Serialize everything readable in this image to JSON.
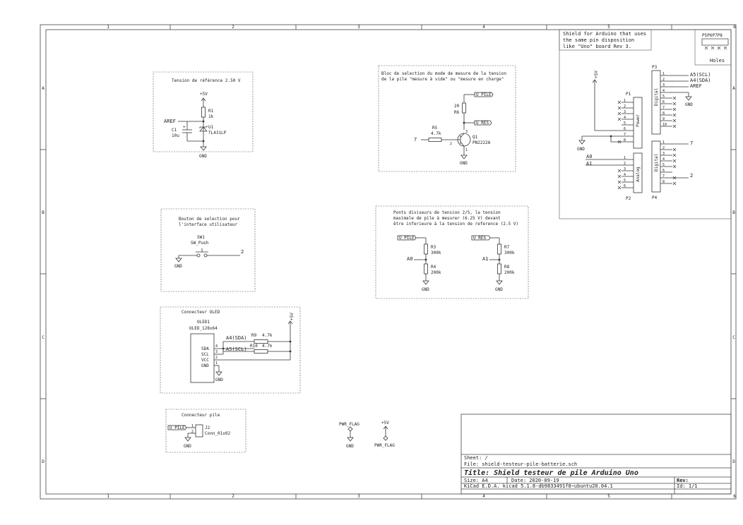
{
  "frame": {
    "col_labels": [
      "1",
      "2",
      "3",
      "4",
      "5",
      "6"
    ],
    "row_labels": [
      "A",
      "B",
      "C",
      "D"
    ]
  },
  "blocks": {
    "vref": {
      "title": "Tension de référence 2.50 V",
      "vcc": "+5V",
      "r1_ref": "R1",
      "r1_val": "1k",
      "aref": "AREF",
      "c1_ref": "C1",
      "c1_val": "10u",
      "c1_plus": "+",
      "u1_ref": "U1",
      "u1_val": "TL431LP",
      "gnd": "GND"
    },
    "mode_select": {
      "title_1": "Bloc de selection du mode de mesure de la tension",
      "title_2": "de la pile \"mesure à vide\" ou \"mesure en charge\"",
      "u_pile": "U_PILE",
      "r6_val": "20",
      "r6_ref": "R6",
      "u_res": "U_RES",
      "r5_ref": "R5",
      "r5_val": "4.7k",
      "net_7": "7",
      "pin_2": "2",
      "pin_1": "1",
      "pin_3": "3",
      "q1_ref": "Q1",
      "q1_val": "PN2222A",
      "gnd": "GND"
    },
    "button": {
      "title_1": "Bouton de selection pour",
      "title_2": "l'interface utilisateur",
      "sw_ref": "SW1",
      "sw_val": "SW_Push",
      "net_2": "2",
      "gnd": "GND"
    },
    "dividers": {
      "title_1": "Ponts diviseurs de tension 2/5, la tension",
      "title_2": "maximale de pile à mesurer (6.25 V) devant",
      "title_3": "être inferieure à la tension de reference (2.5 V)",
      "u_pile": "U_PILE",
      "r3_ref": "R3",
      "r3_val": "300k",
      "a0": "A0",
      "r4_ref": "R4",
      "r4_val": "200k",
      "u_res": "U_RES",
      "r7_ref": "R7",
      "r7_val": "300k",
      "a1": "A1",
      "r8_ref": "R8",
      "r8_val": "200k",
      "gnd": "GND"
    },
    "oled": {
      "title": "Connecteur OLED",
      "ref": "OLED1",
      "val": "OLED_128x64",
      "pins": [
        "SDA",
        "SCL",
        "VCC",
        "GND"
      ],
      "pin_nums": [
        "4",
        "3",
        "2",
        "1"
      ],
      "a4": "A4(SDA)",
      "a5": "A5(SCL)",
      "r9_ref": "R9",
      "r9_val": "4.7k",
      "r10_ref": "R10",
      "r10_val": "4.7k",
      "vcc": "+5V",
      "gnd": "GND"
    },
    "battery": {
      "title": "Connecteur pile",
      "u_pile": "U_PILE",
      "pin_1": "1",
      "pin_2": "2",
      "j2_ref": "J2",
      "j2_val": "Conn_01x02",
      "gnd": "GND"
    },
    "flags": {
      "pwr_flag": "PWR_FLAG",
      "gnd": "GND",
      "vcc": "+5V"
    },
    "arduino": {
      "note_1": "Shield for Arduino that uses",
      "note_2": "the same pin disposition",
      "note_3": "like \"Uno\" board Rev 3.",
      "holes_refs": "P5P6P7P8",
      "holes": "Holes",
      "vcc": "+5V",
      "gnd": "GND",
      "p1": "P1",
      "p2": "P2",
      "p3": "P3",
      "p4": "P4",
      "power": "Power",
      "analog": "Analog",
      "digital": "Digital",
      "a5_scl": "A5(SCL)",
      "a4_sda": "A4(SDA)",
      "aref": "AREF",
      "a0": "A0",
      "a1": "A1",
      "net_7": "7",
      "net_2": "2",
      "pins_8": [
        "1",
        "2",
        "3",
        "4",
        "5",
        "6",
        "7",
        "8"
      ],
      "pins_10": [
        "1",
        "2",
        "3",
        "4",
        "5",
        "6",
        "7",
        "8",
        "9",
        "10"
      ],
      "pins_6": [
        "1",
        "2",
        "3",
        "4",
        "5",
        "6"
      ]
    }
  },
  "title_block": {
    "sheet": "Sheet: /",
    "file": "File: shield-testeur-pile-batterie.sch",
    "title": "Title: Shield testeur de pile Arduino Uno",
    "size": "Size: A4",
    "date": "Date: 2020-09-19",
    "rev_label": "Rev:",
    "tool": "KiCad E.D.A.  kicad 5.1.8-db9833491f8~ubuntu20.04.1",
    "id": "Id: 1/1"
  }
}
